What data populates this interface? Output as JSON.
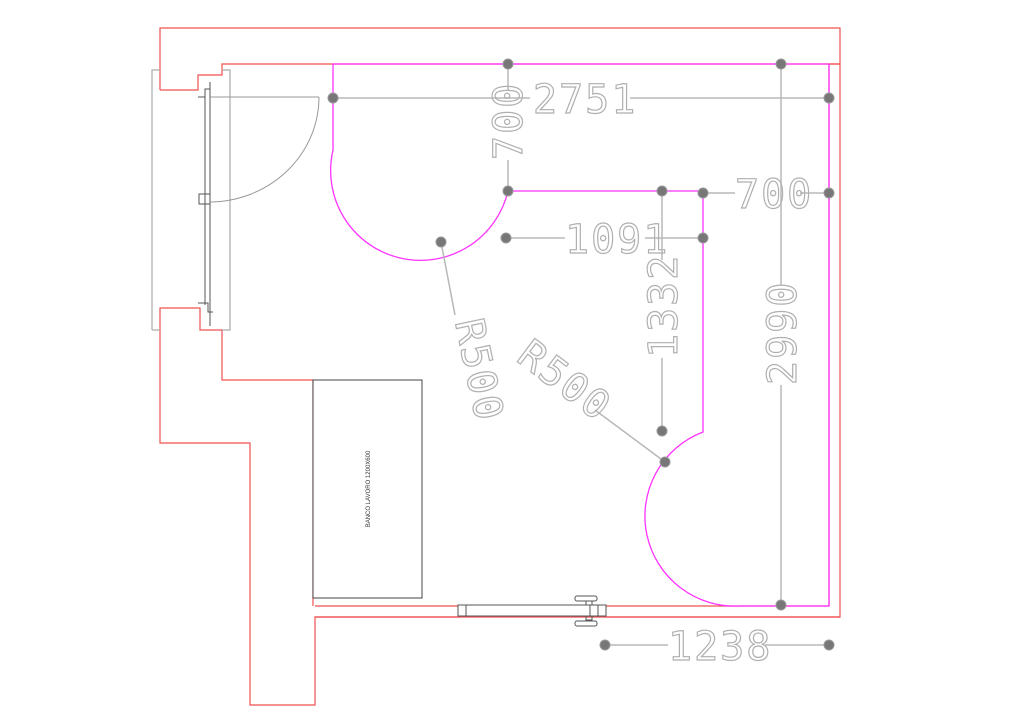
{
  "drawing": {
    "colors": {
      "walls": "#f05050",
      "accessible_area": "#ff33ff",
      "dimension": "#b0b0b0",
      "nodes": "#777777",
      "furniture": "#444444"
    },
    "furniture": {
      "bench_label": "BANCO LAVORO 1200X600"
    },
    "dimensions": {
      "top_width": "2751",
      "top_left_vertical": "700",
      "right_horizontal": "700",
      "mid_horizontal": "1091",
      "mid_vertical": "1332",
      "right_vertical": "2990",
      "radius_left": "R500",
      "radius_right": "R500",
      "bottom_width": "1238"
    }
  }
}
